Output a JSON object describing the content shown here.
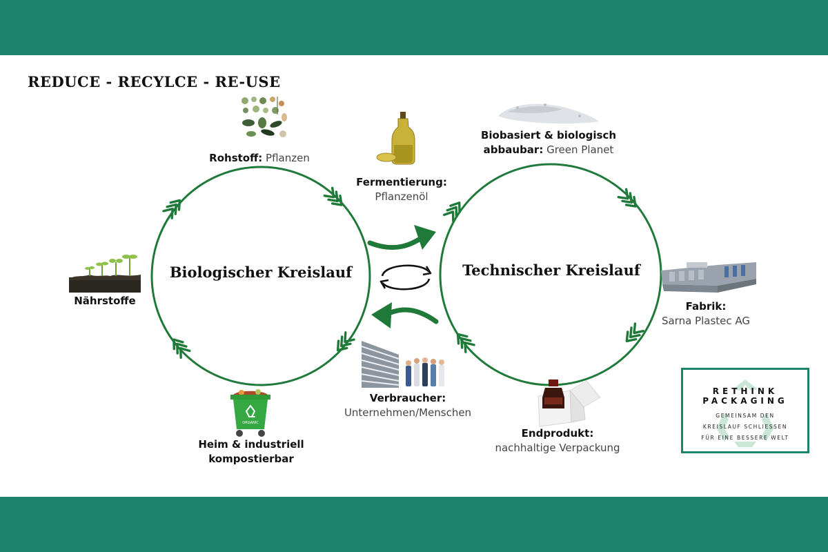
{
  "headline": "REDUCE - RECYLCE - RE-USE",
  "colors": {
    "band": "#1d836a",
    "cycle_stroke": "#1f7a3a",
    "arrow": "#1f7a3a"
  },
  "cycles": {
    "bio": "Biologischer Kreislauf",
    "tech": "Technischer Kreislauf"
  },
  "stations": {
    "rohstoff": {
      "title": "Rohstoff:",
      "sub": " Pflanzen",
      "icon": "plants-icon"
    },
    "fermentierung": {
      "title": "Fermentierung:",
      "sub": "Pflanzenöl",
      "icon": "oil-bottle-icon"
    },
    "biobasiert": {
      "title1": "Biobasiert & biologisch",
      "title2": "abbaubar:",
      "sub": " Green Planet",
      "icon": "granulate-icon"
    },
    "naehrstoffe": {
      "title": "Nährstoffe",
      "icon": "seedlings-icon"
    },
    "fabrik": {
      "title": "Fabrik:",
      "sub": "Sarna Plastec AG",
      "icon": "factory-icon"
    },
    "verbraucher": {
      "title": "Verbraucher:",
      "sub": "Unternehmen/Menschen",
      "icon": "people-building-icon"
    },
    "heim": {
      "title1": "Heim & industriell",
      "title2": "kompostierbar",
      "icon": "compost-bin-icon"
    },
    "endprodukt": {
      "title": "Endprodukt:",
      "sub": "nachhaltige Verpackung",
      "icon": "packaging-icon"
    }
  },
  "logo": {
    "line1": "RETHINK",
    "line2": "PACKAGING",
    "sub1": "GEMEINSAM DEN",
    "sub2": "KREISLAUF SCHLIESSEN",
    "sub3": "FÜR EINE BESSERE WELT",
    "bin_label": "ORGANIC"
  }
}
